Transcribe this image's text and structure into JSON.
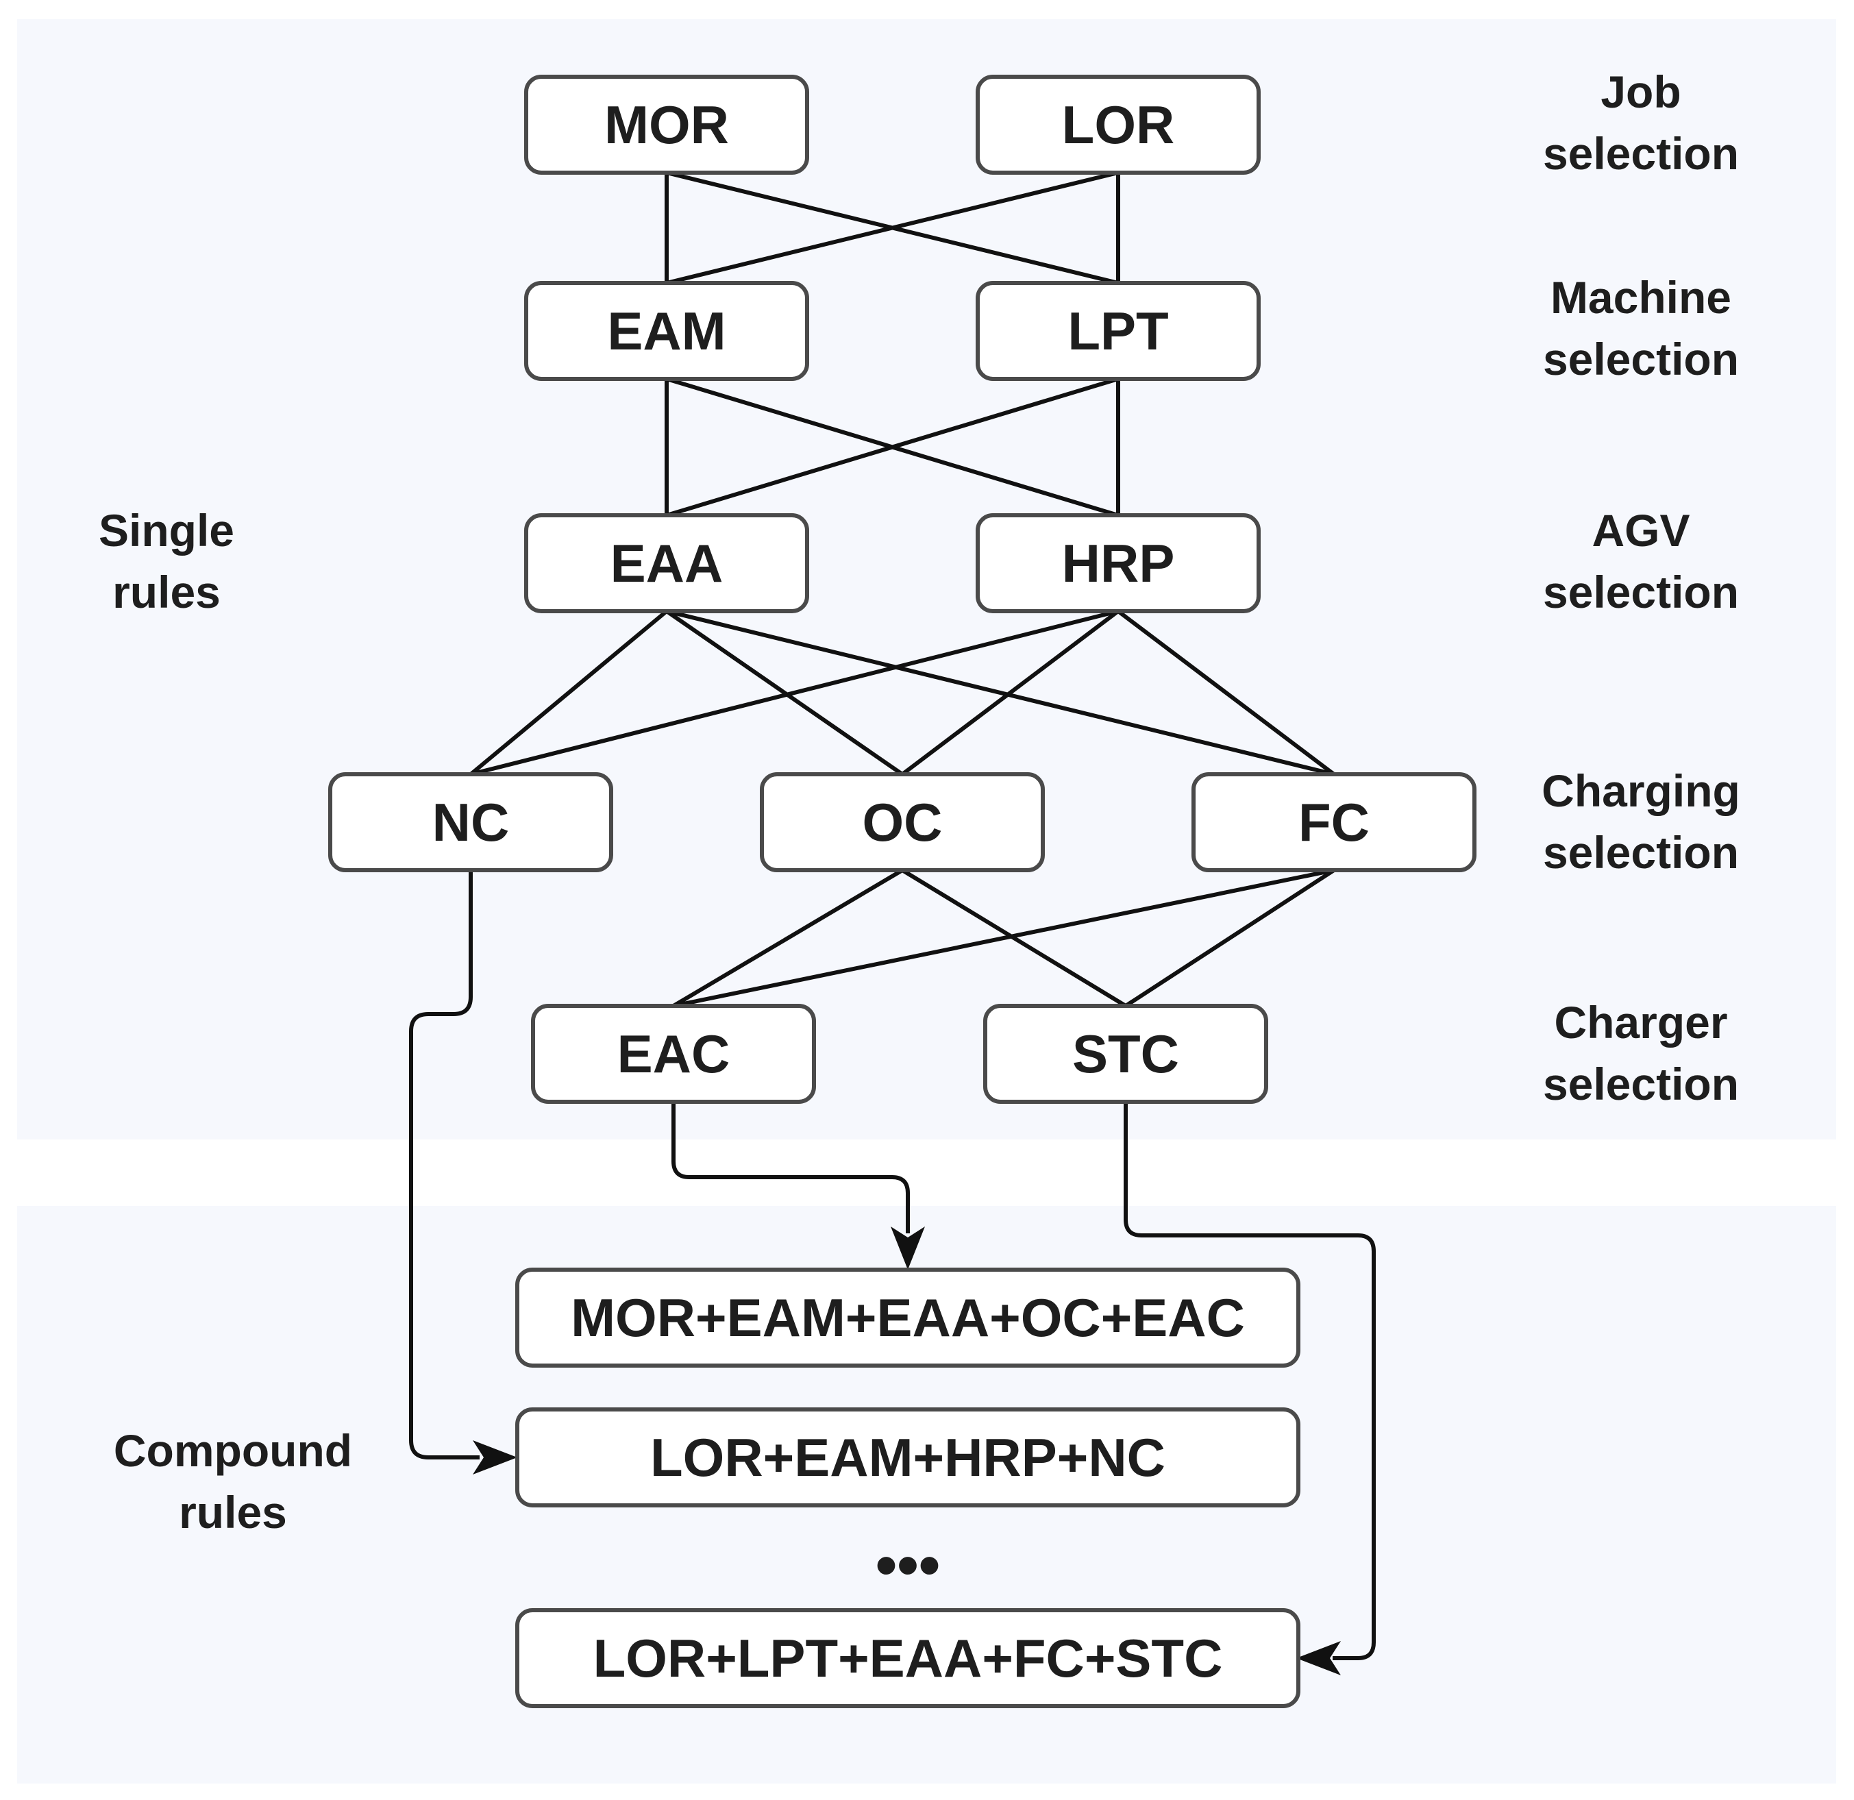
{
  "side_labels": {
    "single_rules": [
      "Single",
      "rules"
    ],
    "compound_rules": [
      "Compound",
      "rules"
    ]
  },
  "stage_labels": {
    "job": [
      "Job",
      "selection"
    ],
    "machine": [
      "Machine",
      "selection"
    ],
    "agv": [
      "AGV",
      "selection"
    ],
    "charging": [
      "Charging",
      "selection"
    ],
    "charger": [
      "Charger",
      "selection"
    ]
  },
  "nodes": {
    "mor": "MOR",
    "lor": "LOR",
    "eam": "EAM",
    "lpt": "LPT",
    "eaa": "EAA",
    "hrp": "HRP",
    "nc": "NC",
    "oc": "OC",
    "fc": "FC",
    "eac": "EAC",
    "stc": "STC"
  },
  "compound": {
    "rule1": "MOR+EAM+EAA+OC+EAC",
    "rule2": "LOR+EAM+HRP+NC",
    "ellipsis": "•••",
    "rule3": "LOR+LPT+EAA+FC+STC"
  },
  "colors": {
    "band_background": "#f6f8fd",
    "box_border": "#4a4a4a",
    "line": "#111111",
    "text": "#1e1e1e"
  }
}
